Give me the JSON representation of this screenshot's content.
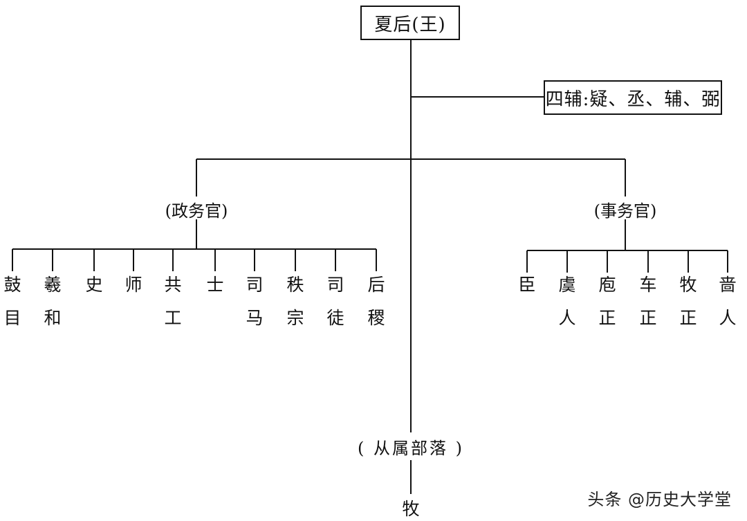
{
  "root": "夏后(王)",
  "four_aides": "四辅:疑、丞、辅、弼",
  "political_group": {
    "label": "(政务官)",
    "officials": [
      {
        "chars": [
          "鼓",
          "目"
        ]
      },
      {
        "chars": [
          "羲",
          "和"
        ]
      },
      {
        "chars": [
          "史"
        ]
      },
      {
        "chars": [
          "师"
        ]
      },
      {
        "chars": [
          "共",
          "工"
        ]
      },
      {
        "chars": [
          "士"
        ]
      },
      {
        "chars": [
          "司",
          "马"
        ]
      },
      {
        "chars": [
          "秩",
          "宗"
        ]
      },
      {
        "chars": [
          "司",
          "徒"
        ]
      },
      {
        "chars": [
          "后",
          "稷"
        ]
      }
    ]
  },
  "affairs_group": {
    "label": "(事务官)",
    "officials": [
      {
        "chars": [
          "臣"
        ]
      },
      {
        "chars": [
          "虞",
          "人"
        ]
      },
      {
        "chars": [
          "庖",
          "正"
        ]
      },
      {
        "chars": [
          "车",
          "正"
        ]
      },
      {
        "chars": [
          "牧",
          "正"
        ]
      },
      {
        "chars": [
          "啬",
          "人"
        ]
      }
    ]
  },
  "subordinate": {
    "label": "( 从属部落 )",
    "child": "牧"
  },
  "watermark": "头条 @历史大学堂"
}
